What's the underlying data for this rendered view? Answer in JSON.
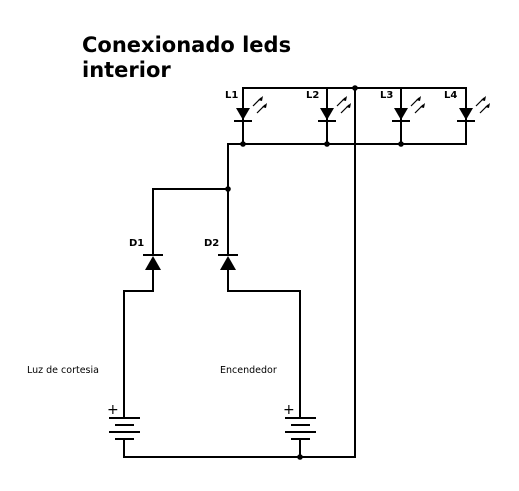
{
  "title": {
    "line1": "Conexionado leds",
    "line2": "interior"
  },
  "components": {
    "leds": [
      "L1",
      "L2",
      "L3",
      "L4"
    ],
    "diodes": [
      "D1",
      "D2"
    ],
    "batteries": [
      "Luz de cortesia",
      "Encendedor"
    ],
    "polarity_symbol": "+"
  },
  "colors": {
    "wire": "#000000",
    "background": "#ffffff"
  }
}
